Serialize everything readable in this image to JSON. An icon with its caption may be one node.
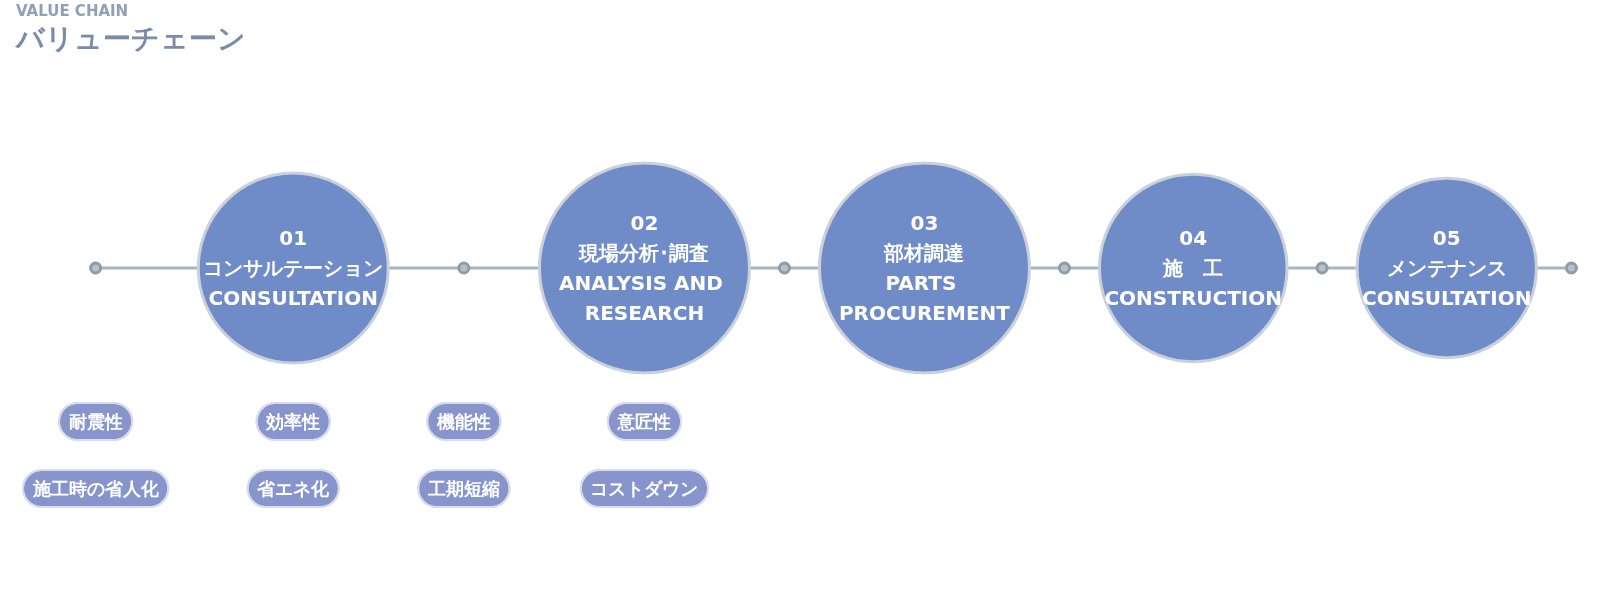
{
  "diagram": {
    "title": "バリューチェーン",
    "nodes": [
      {
        "text": [],
        "shape": "circle"
      },
      {
        "text": [
          "01",
          "コンサルテーション",
          "CONSULTATION"
        ]
      },
      {
        "text": [],
        "shape": "circle"
      },
      {
        "text": [
          "02",
          "現場分析･調査",
          "ANALYSIS AND RESEARCH"
        ]
      },
      {
        "text": [],
        "shape": "circle"
      },
      {
        "text": [
          "03",
          "部材調達",
          "PARTS PROCUREMENT"
        ]
      },
      {
        "text": [],
        "shape": "circle"
      },
      {
        "text": [
          "04",
          "施　工",
          "CONSTRUCTION"
        ]
      },
      {
        "text": [],
        "shape": "circle"
      },
      {
        "text": [
          "05",
          "メンテナンス",
          "CONSULTATION"
        ]
      },
      {
        "text": [],
        "shape": "circle"
      },
      {
        "text": [
          "耐震性"
        ]
      },
      {
        "text": [
          "効率性"
        ]
      },
      {
        "text": [
          "機能性"
        ]
      },
      {
        "text": [
          "意匠性"
        ]
      },
      {
        "text": [
          "施工時の省人化"
        ]
      },
      {
        "text": [
          "省エネ化"
        ]
      },
      {
        "text": [
          "工期短縮"
        ]
      },
      {
        "text": [
          "コストダウン"
        ]
      }
    ],
    "edges": [
      {
        "from": 0,
        "to": 1,
        "arrow": "none"
      },
      {
        "from": 1,
        "to": 2,
        "arrow": "none"
      },
      {
        "from": 2,
        "to": 3,
        "arrow": "none"
      },
      {
        "from": 3,
        "to": 4,
        "arrow": "none"
      },
      {
        "from": 4,
        "to": 5,
        "arrow": "none"
      },
      {
        "from": 5,
        "to": 6,
        "arrow": "none"
      },
      {
        "from": 6,
        "to": 7,
        "arrow": "none"
      },
      {
        "from": 7,
        "to": 8,
        "arrow": "none"
      },
      {
        "from": 8,
        "to": 9,
        "arrow": "none"
      },
      {
        "from": 9,
        "to": 10,
        "arrow": "none"
      }
    ],
    "labels": [
      "VALUE CHAIN"
    ]
  }
}
